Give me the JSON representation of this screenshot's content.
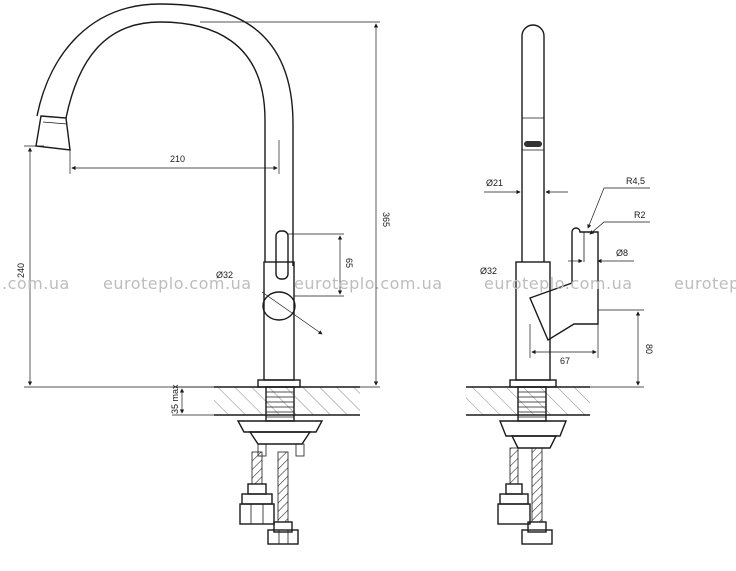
{
  "watermark": "euroteplo.com.ua",
  "watermark_partial_left": ".com.ua",
  "watermark_partial_right": "eurotep",
  "front_view": {
    "dim_spout_reach": "210",
    "dim_total_height": "365",
    "dim_spout_height": "240",
    "dim_handle_offset": "65",
    "dim_body_diameter": "Ø32",
    "dim_mount_depth": "35 max"
  },
  "side_view": {
    "dim_spout_diameter": "Ø21",
    "dim_radius_large": "R4,5",
    "dim_radius_small": "R2",
    "dim_handle_diameter": "Ø8",
    "dim_body_diameter": "Ø32",
    "dim_handle_depth": "67",
    "dim_handle_height": "80"
  }
}
